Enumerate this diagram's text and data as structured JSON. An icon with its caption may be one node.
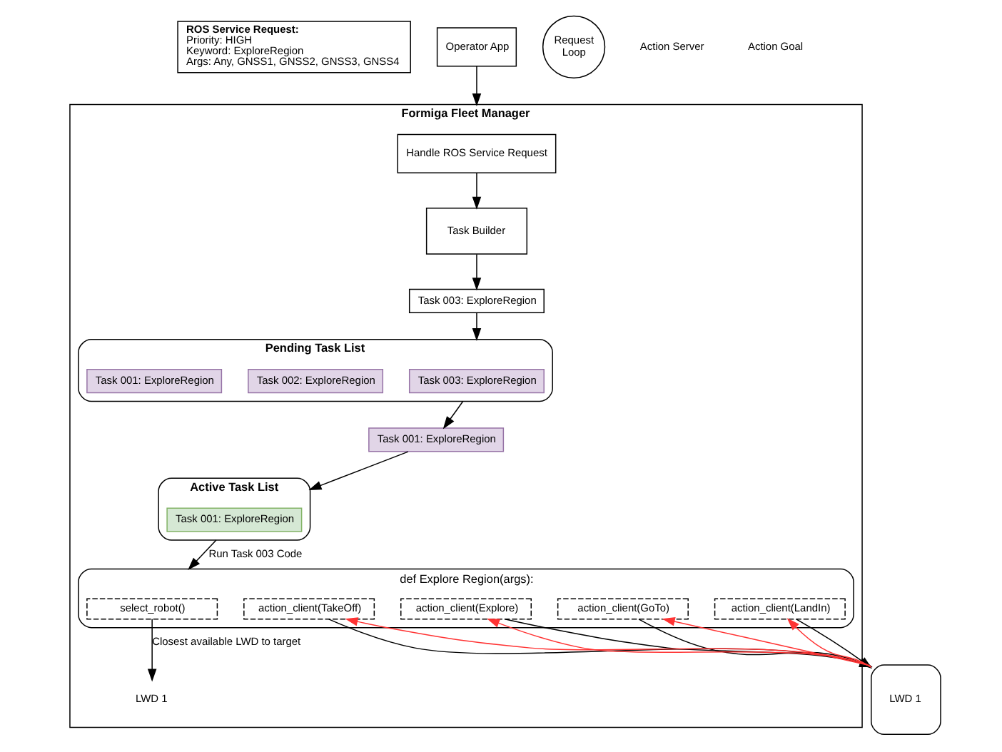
{
  "diagram": {
    "nodes": [
      {
        "text": [
          "ROS Service Request:",
          "Priority: HIGH",
          "Keyword: ExploreRegion",
          "Args: Any, GNSS1, GNSS2, GNSS3, GNSS4"
        ]
      },
      {
        "text": [
          "Operator App"
        ]
      },
      {
        "text": [
          "Request Loop"
        ]
      },
      {
        "text": [
          "Formiga Fleet Manager"
        ]
      },
      {
        "text": [
          "Handle ROS Service Request"
        ],
        "in": 3
      },
      {
        "text": [
          "Task Builder"
        ],
        "in": 3
      },
      {
        "text": [
          "Task 003: ExploreRegion"
        ],
        "in": 3
      },
      {
        "text": [
          "def Explore Region(args):"
        ],
        "in": 3
      },
      {
        "text": [
          "select_robot()"
        ],
        "in": 7
      },
      {
        "text": [
          "action_client(TakeOff)"
        ],
        "in": 7
      },
      {
        "text": [
          "action_client(Explore)"
        ],
        "in": 7
      },
      {
        "text": [
          "action_client(GoTo)"
        ],
        "in": 7
      },
      {
        "text": [
          "action_client(LandIn)"
        ],
        "in": 7
      },
      {
        "text": [
          "LWD 1"
        ],
        "in": 3
      },
      {
        "text": [
          "Active Task List"
        ],
        "in": 3
      },
      {
        "text": [
          "Task 001: ExploreRegion"
        ],
        "in": 14
      },
      {
        "text": [
          "Task 001: ExploreRegion"
        ],
        "in": 3
      },
      {
        "text": [
          "Pending Task List"
        ],
        "in": 3
      },
      {
        "text": [
          "Task 003: ExploreRegion"
        ],
        "in": 17
      },
      {
        "text": [
          "Task 002: ExploreRegion"
        ],
        "in": 17
      },
      {
        "text": [
          "Task 001: ExploreRegion"
        ],
        "in": 17
      },
      {
        "text": [
          "LWD 1"
        ]
      }
    ],
    "edges": [
      {
        "from": 1,
        "to": 3,
        "arrow": "to"
      },
      {
        "from": 4,
        "to": 5,
        "arrow": "to"
      },
      {
        "from": 5,
        "to": 6,
        "arrow": "to"
      },
      {
        "from": 6,
        "to": 17,
        "arrow": "to"
      },
      {
        "from": 17,
        "to": 16,
        "arrow": "to"
      },
      {
        "from": 16,
        "to": 14,
        "arrow": "to"
      },
      {
        "from": 14,
        "to": 7,
        "label": "Run Task 003 Code",
        "arrow": "to"
      },
      {
        "from": 8,
        "to": 13,
        "label": "Closest available LWD to target",
        "arrow": "to"
      },
      {
        "from": 9,
        "to": 21,
        "arrow": "to"
      },
      {
        "from": 21,
        "to": 9,
        "arrow": "to",
        "color": "#ff3333"
      },
      {
        "from": 10,
        "to": 21,
        "arrow": "to"
      },
      {
        "from": 21,
        "to": 10,
        "arrow": "to",
        "color": "#ff3333"
      },
      {
        "from": 11,
        "to": 21,
        "arrow": "to"
      },
      {
        "from": 21,
        "to": 11,
        "arrow": "to",
        "color": "#ff3333"
      },
      {
        "from": 12,
        "to": 21,
        "arrow": "to"
      },
      {
        "from": 21,
        "to": 12,
        "arrow": "to",
        "color": "#ff3333"
      }
    ],
    "labels": [
      "Action Server",
      "Action Goal"
    ]
  }
}
